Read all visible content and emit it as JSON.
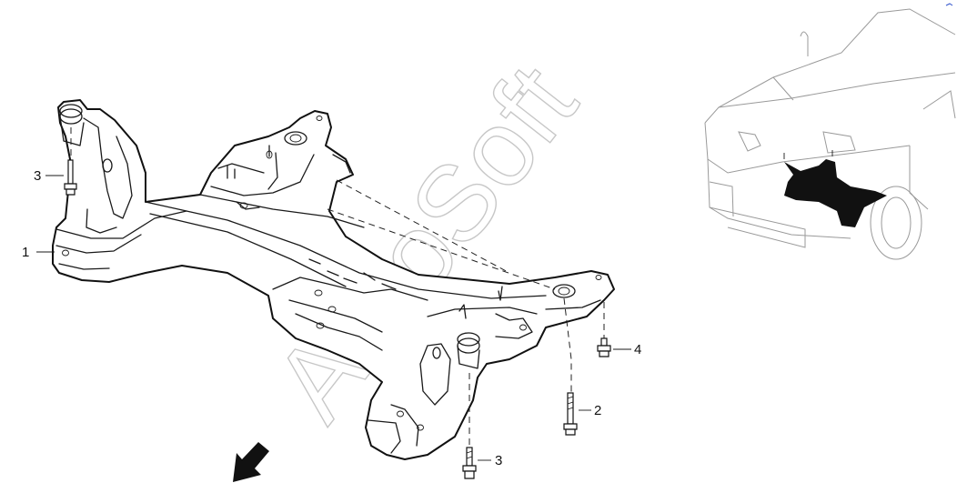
{
  "diagram": {
    "watermark": "AutoSoft",
    "callouts": [
      {
        "id": "c1",
        "label": "1"
      },
      {
        "id": "c2",
        "label": "2"
      },
      {
        "id": "c3a",
        "label": "3"
      },
      {
        "id": "c3b",
        "label": "3"
      },
      {
        "id": "c4",
        "label": "4"
      }
    ],
    "icons": [
      "front-direction-arrow-icon",
      "vehicle-locator-icon"
    ]
  }
}
